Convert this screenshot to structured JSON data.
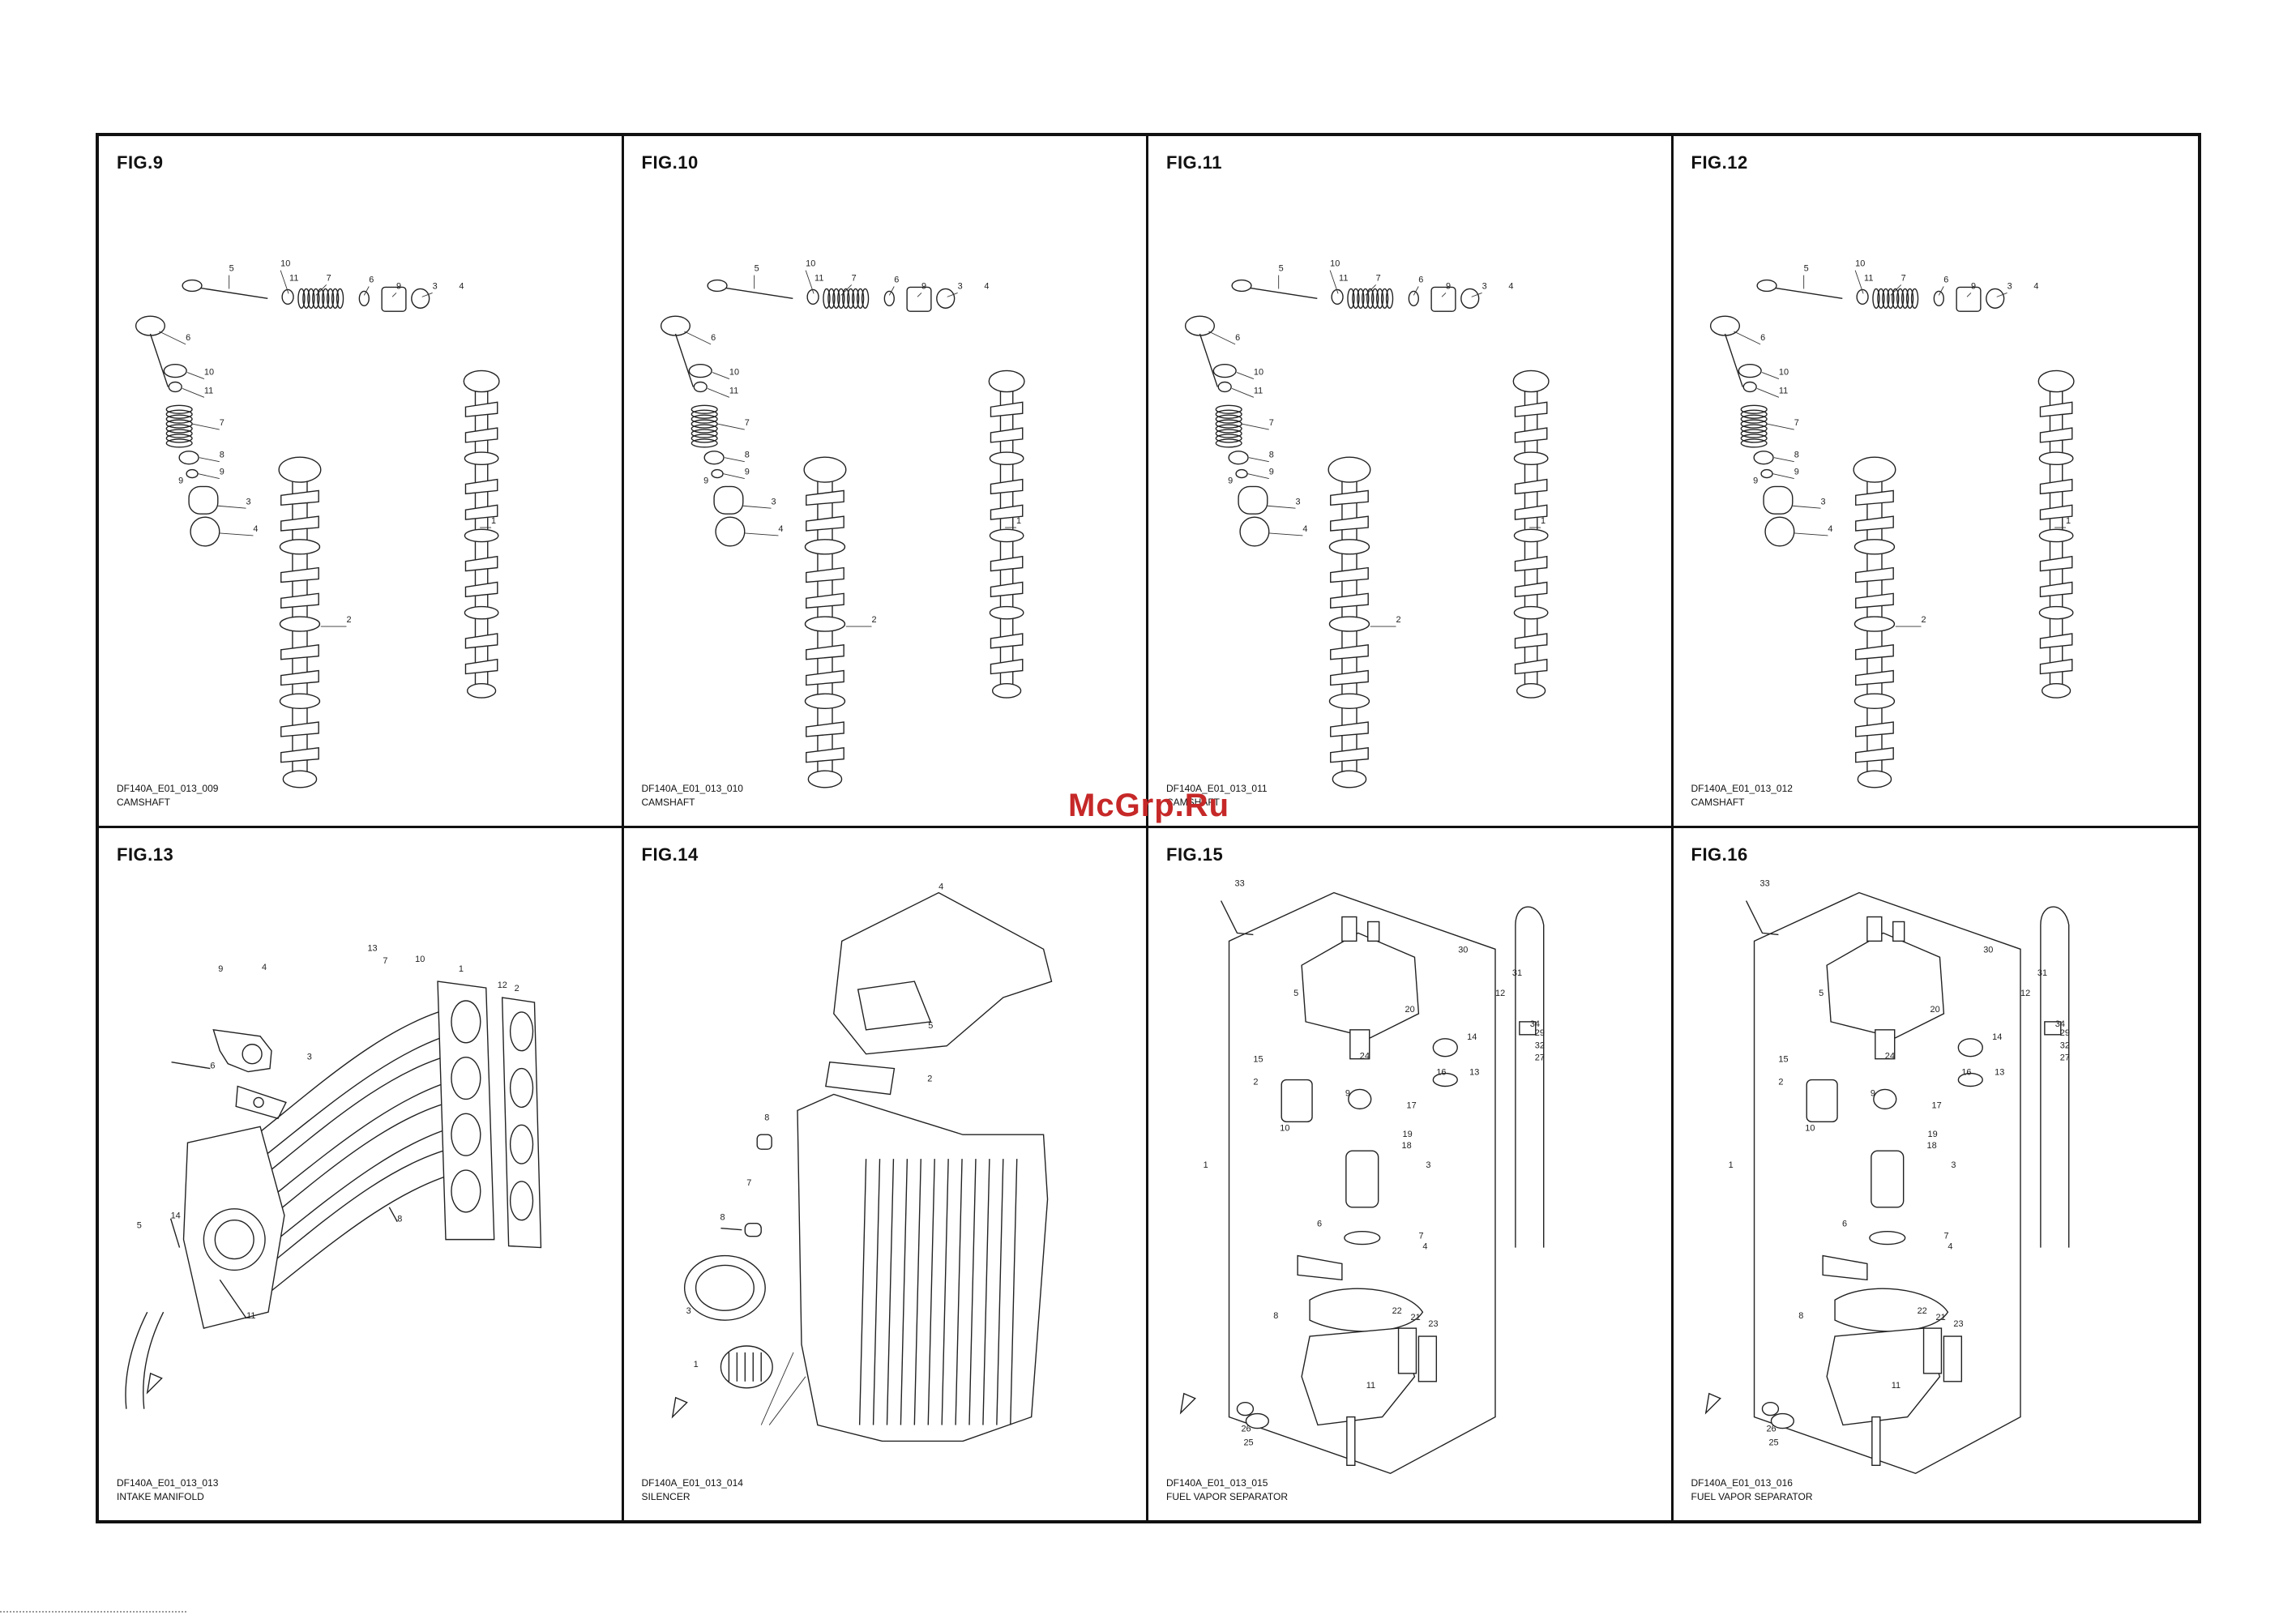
{
  "watermark": "McGrp.Ru",
  "figures": [
    {
      "title": "FIG.9",
      "code": "DF140A_E01_013_009",
      "name": "CAMSHAFT",
      "art": "camshaft",
      "callouts": [
        "5",
        "10",
        "11",
        "7",
        "6",
        "9",
        "3",
        "4",
        "6",
        "10",
        "11",
        "7",
        "8",
        "9",
        "9",
        "3",
        "4",
        "1",
        "2"
      ]
    },
    {
      "title": "FIG.10",
      "code": "DF140A_E01_013_010",
      "name": "CAMSHAFT",
      "art": "camshaft",
      "callouts": [
        "5",
        "10",
        "11",
        "7",
        "6",
        "9",
        "3",
        "4",
        "6",
        "10",
        "11",
        "7",
        "8",
        "9",
        "9",
        "3",
        "4",
        "1",
        "2"
      ]
    },
    {
      "title": "FIG.11",
      "code": "DF140A_E01_013_011",
      "name": "CAMSHAFT",
      "art": "camshaft",
      "callouts": [
        "5",
        "10",
        "11",
        "7",
        "6",
        "9",
        "3",
        "4",
        "6",
        "10",
        "11",
        "7",
        "8",
        "9",
        "9",
        "3",
        "4",
        "1",
        "2"
      ]
    },
    {
      "title": "FIG.12",
      "code": "DF140A_E01_013_012",
      "name": "CAMSHAFT",
      "art": "camshaft",
      "callouts": [
        "5",
        "10",
        "11",
        "7",
        "6",
        "9",
        "3",
        "4",
        "6",
        "10",
        "11",
        "7",
        "8",
        "9",
        "9",
        "3",
        "4",
        "1",
        "2"
      ]
    },
    {
      "title": "FIG.13",
      "code": "DF140A_E01_013_013",
      "name": "INTAKE MANIFOLD",
      "art": "manifold",
      "callouts": [
        "9",
        "4",
        "13",
        "7",
        "10",
        "1",
        "12",
        "2",
        "3",
        "6",
        "5",
        "14",
        "8",
        "11"
      ]
    },
    {
      "title": "FIG.14",
      "code": "DF140A_E01_013_014",
      "name": "SILENCER",
      "art": "silencer",
      "callouts": [
        "4",
        "5",
        "2",
        "8",
        "7",
        "8",
        "3",
        "1"
      ]
    },
    {
      "title": "FIG.15",
      "code": "DF140A_E01_013_015",
      "name": "FUEL VAPOR SEPARATOR",
      "art": "vapor",
      "callouts": [
        "33",
        "5",
        "12",
        "20",
        "14",
        "15",
        "2",
        "24",
        "16",
        "13",
        "9",
        "17",
        "10",
        "19",
        "18",
        "1",
        "3",
        "6",
        "7",
        "4",
        "8",
        "22",
        "21",
        "23",
        "11",
        "26",
        "25",
        "30",
        "31",
        "34",
        "29",
        "32",
        "27"
      ]
    },
    {
      "title": "FIG.16",
      "code": "DF140A_E01_013_016",
      "name": "FUEL VAPOR SEPARATOR",
      "art": "vapor",
      "callouts": [
        "33",
        "5",
        "12",
        "20",
        "14",
        "15",
        "2",
        "24",
        "16",
        "13",
        "9",
        "17",
        "10",
        "19",
        "18",
        "1",
        "3",
        "6",
        "7",
        "4",
        "8",
        "22",
        "21",
        "23",
        "11",
        "26",
        "25",
        "30",
        "31",
        "34",
        "29",
        "32",
        "27"
      ]
    }
  ]
}
